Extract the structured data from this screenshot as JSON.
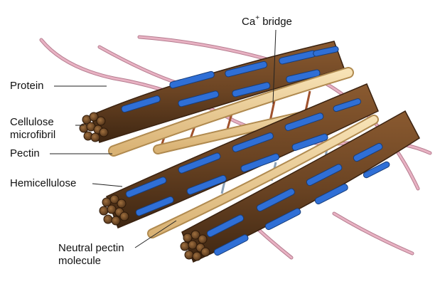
{
  "labels": {
    "protein": "Protein",
    "cellulose_line1": "Cellulose",
    "cellulose_line2": "microfibril",
    "pectin": "Pectin",
    "hemicellulose": "Hemicellulose",
    "neutral_line1": "Neutral pectin",
    "neutral_line2": "molecule",
    "ca_base": "Ca",
    "ca_sup": "+",
    "ca_rest": " bridge"
  },
  "colors": {
    "cellulose_brown": "#6b4423",
    "hemicellulose_blue": "#2f6fd6",
    "pectin_tan": "#e9c88f",
    "protein_pink": "#e2a6b8",
    "ca_bridge": "#a0522d",
    "neutral_pectin": "#8aa1b8"
  }
}
